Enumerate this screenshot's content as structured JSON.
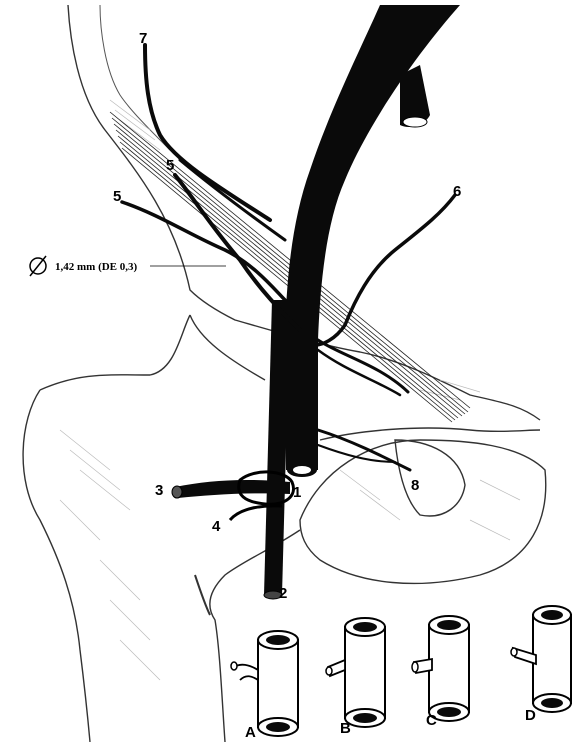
{
  "labels": {
    "n1": "1",
    "n2": "2",
    "n3": "3",
    "n4": "4",
    "n5a": "5",
    "n5b": "5",
    "n6": "6",
    "n7": "7",
    "n8": "8"
  },
  "measurement": {
    "symbol": "∅",
    "text": "1,42 mm (DE 0,3)"
  },
  "variants": [
    "A",
    "B",
    "C",
    "D"
  ]
}
